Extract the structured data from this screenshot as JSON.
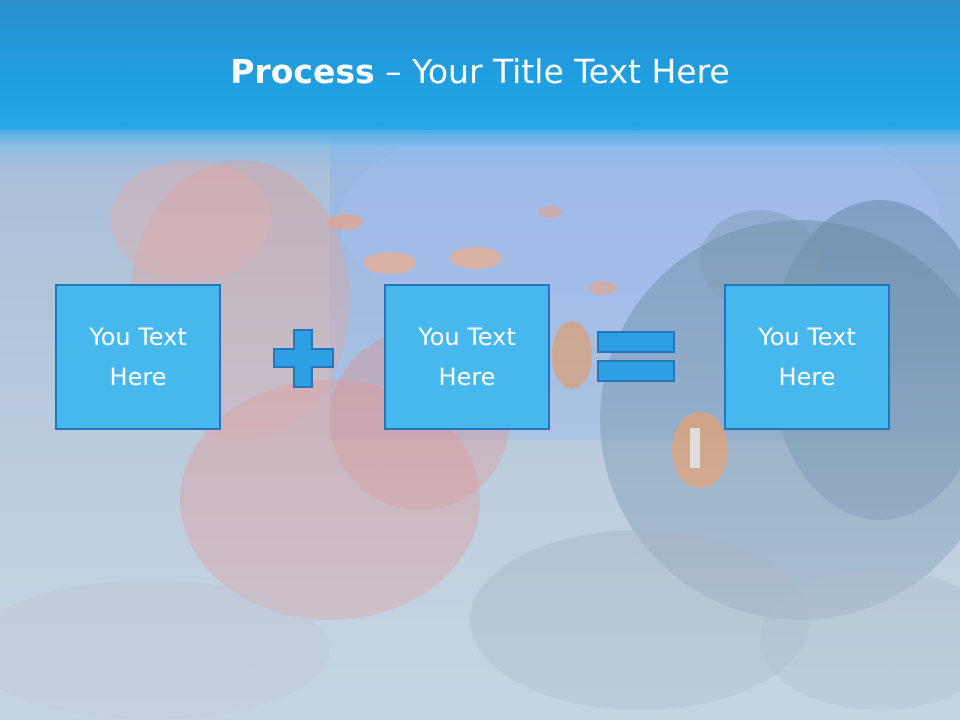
{
  "slide": {
    "title_bold": "Process",
    "title_rest": " – Your Title Text Here",
    "boxes": [
      {
        "text": "You Text Here"
      },
      {
        "text": "You Text Here"
      },
      {
        "text": "You Text Here"
      }
    ]
  },
  "colors": {
    "header": "#1f9ee0",
    "box_fill": "#46b8ee",
    "box_border": "#2576b8",
    "symbol_fill": "#2e9fe3"
  },
  "icons": [
    "plus-icon",
    "equals-icon"
  ]
}
